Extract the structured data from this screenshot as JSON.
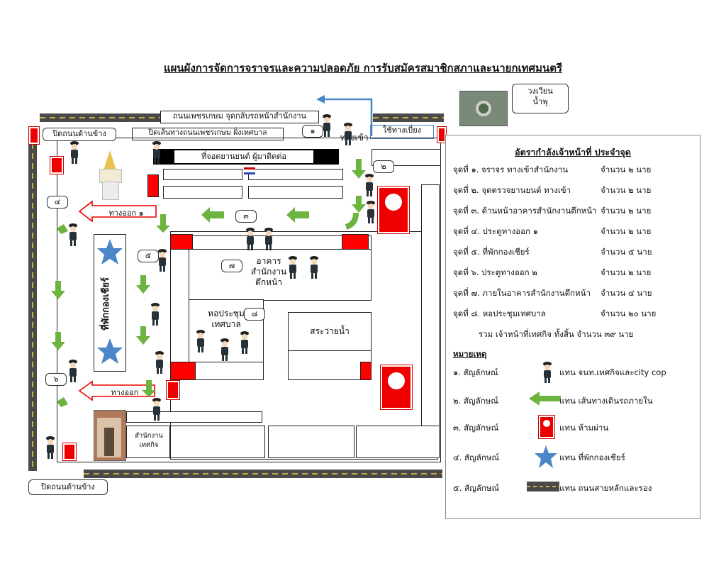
{
  "title": "แผนผังการจัดการจราจรและความปลอดภัย การรับสมัครสมาชิกสภาและนายกเทศมนตรี",
  "roundabout_label": "วงเวียน\nน้ำพุ",
  "map": {
    "road_top_label": "ถนนเพชรเกษม จุดกลับรถหน้าสำนักงาน",
    "road_closed_label": "ปิดเส้นทางถนนเพชรเกษม ฝั่งเทศบาล",
    "bidirectional_label": "ใช้ทางเบี่ยง",
    "entrance_label": "ทางเข้า",
    "parking_label": "ที่จอดยานยนต์ ผู้มาติดต่อ",
    "close_side_road_top": "ปิดถนนด้านข้าง",
    "close_side_road_bottom": "ปิดถนนด้านข้าง",
    "exit1_label": "ทางออก ๑",
    "exit2_label": "ทางออก",
    "cheer_label": "ที่พักกองเชียร์",
    "building_label": "อาคาร\nสำนักงาน\nตึกหน้า",
    "hall_label": "หอประชุม\nเทศบาล",
    "pool_label": "สระว่ายน้ำ",
    "office_label": "สำนักงาน\nเทศกิจ",
    "points": [
      "๑",
      "๒",
      "๓",
      "๔",
      "๕",
      "๖",
      "๗",
      "๘"
    ]
  },
  "legend": {
    "title": "อัตรากำลังเจ้าหน้าที่ ประจำจุด",
    "rows": [
      {
        "label": "จุดที่ ๑. จราจร ทางเข้าสำนักงาน",
        "count": "จำนวน ๒ นาย"
      },
      {
        "label": "จุดที่ ๒. จุดตรวจยานยนต์ ทางเข้า",
        "count": "จำนวน ๒ นาย"
      },
      {
        "label": "จุดที่ ๓. ด้านหน้าอาคารสำนักงานตึกหน้า",
        "count": "จำนวน ๒ นาย"
      },
      {
        "label": "จุดที่ ๔. ประตูทางออก ๑",
        "count": "จำนวน ๒ นาย"
      },
      {
        "label": "จุดที่ ๕. ที่พักกองเชียร์",
        "count": "จำนวน ๕ นาย"
      },
      {
        "label": "จุดที่ ๖. ประตูทางออก ๒",
        "count": "จำนวน ๒ นาย"
      },
      {
        "label": "จุดที่ ๗. ภายในอาคารสำนักงานตึกหน้า",
        "count": "จำนวน ๔ นาย"
      },
      {
        "label": "จุดที่ ๘. หอประชุมเทศบาล",
        "count": "จำนวน ๒๐ นาย"
      }
    ],
    "total": "รวม เจ้าหน้าที่เทศกิจ ทั้งสิ้น จำนวน ๓๙ นาย",
    "notes_title": "หมายเหตุ",
    "symbols": [
      {
        "num": "๑. สัญลักษณ์",
        "icon": "officer-icon",
        "text": "แทน จนท.เทศกิจและcity cop"
      },
      {
        "num": "๒. สัญลักษณ์",
        "icon": "green-arrow-icon",
        "text": "แทน เส้นทางเดินรถภายใน"
      },
      {
        "num": "๓. สัญลักษณ์",
        "icon": "no-entry-sign-icon",
        "text": "แทน ห้ามผ่าน"
      },
      {
        "num": "๔. สัญลักษณ์",
        "icon": "blue-star-icon",
        "text": "แทน ที่พักกองเชียร์"
      },
      {
        "num": "๕. สัญลักษณ์",
        "icon": "road-icon",
        "text": "แทน ถนนสายหลักและรอง"
      }
    ]
  },
  "colors": {
    "arrow": "#6db33f",
    "star": "#4a86c8",
    "red": "#ff0000",
    "road": "#4a4a4a"
  }
}
